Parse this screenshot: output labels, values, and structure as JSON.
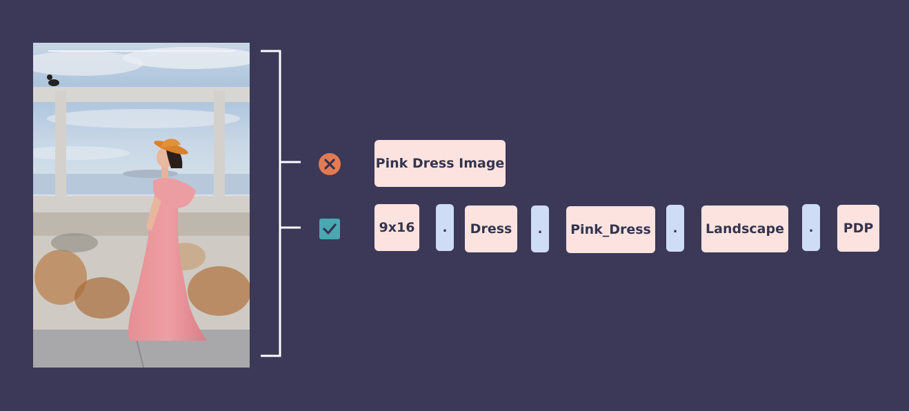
{
  "wrong_name": {
    "label": "Pink Dress Image"
  },
  "correct_name": {
    "parts": [
      "9x16",
      "Dress",
      "Pink_Dress",
      "Landscape",
      "PDP"
    ],
    "separator": "."
  },
  "colors": {
    "background": "#3b3957",
    "chip": "#fde3df",
    "separator": "#cfdcf5",
    "wrong_icon": "#e37a52",
    "correct_icon": "#4aa8b3",
    "text": "#34344f"
  },
  "icons": {
    "wrong": "x-circle-icon",
    "correct": "checkbox-checked-icon"
  }
}
